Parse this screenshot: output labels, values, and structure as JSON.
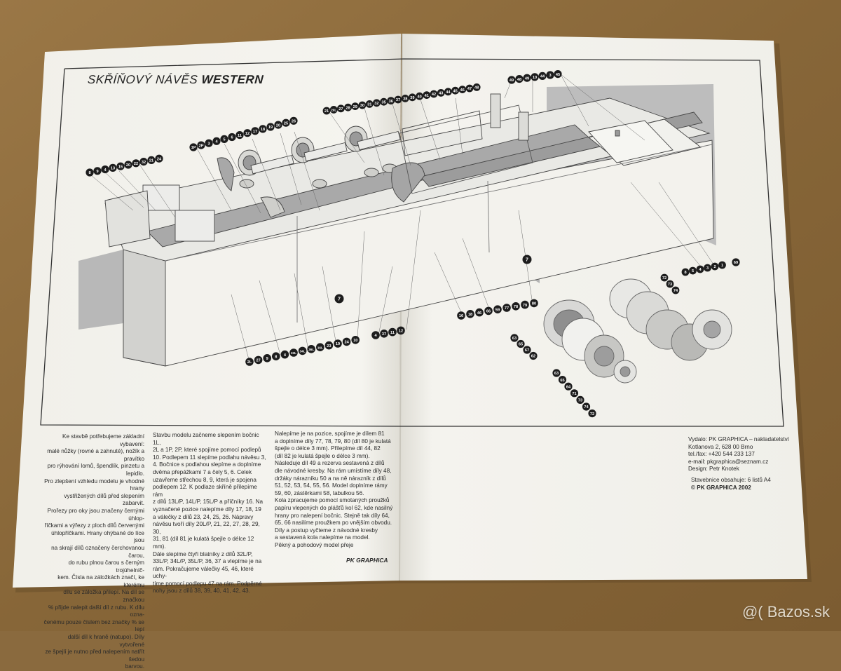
{
  "colors": {
    "table": "#8a6a3e",
    "paper": "#f4f3ee",
    "paper_shadow": "#dcdad2",
    "grey_fill": "#b9b9b9",
    "dark_grey": "#8d8d8d",
    "line": "#333333",
    "badge": "#1d1d1d"
  },
  "title": {
    "prefix": "SKŘÍŇOVÝ NÁVĚS",
    "emphasis": "WESTERN"
  },
  "callouts": {
    "row_left": [
      "8",
      "9",
      "4",
      "13",
      "15",
      "20",
      "22",
      "32",
      "21",
      "24"
    ],
    "row_upper_left": [
      "1P",
      "2P",
      "3",
      "4",
      "5",
      "6",
      "11",
      "12",
      "17",
      "18",
      "19",
      "20",
      "25",
      "26"
    ],
    "row_upper_mid": [
      "21",
      "20L",
      "27",
      "28",
      "29",
      "30",
      "31",
      "32",
      "35",
      "36",
      "37",
      "38",
      "39",
      "40",
      "41",
      "42",
      "43",
      "44",
      "45",
      "46",
      "47",
      "48"
    ],
    "row_top_right": [
      "49",
      "48",
      "49",
      "10",
      "44",
      "3",
      "45"
    ],
    "row_bottom_left": [
      "2L",
      "27",
      "9",
      "8",
      "4",
      "33L",
      "34L",
      "36L",
      "16L",
      "23",
      "19",
      "24",
      "10"
    ],
    "row_bottom_mid": [
      "4",
      "37",
      "11",
      "12"
    ],
    "row_bottom_right": [
      "16",
      "18",
      "46",
      "66",
      "59",
      "77",
      "78",
      "79",
      "80"
    ],
    "frame_marker": [
      "7",
      "7"
    ],
    "wheel_right_top": [
      "8",
      "5",
      "4",
      "3",
      "2",
      "1"
    ],
    "wheel_right": [
      "72",
      "73",
      "74"
    ],
    "wheel_left": [
      "63",
      "65",
      "67",
      "62"
    ],
    "wheel_bottom": [
      "63",
      "65",
      "64",
      "71",
      "73",
      "74",
      "72"
    ],
    "far_right": [
      "69"
    ]
  },
  "text_left": "Ke stavbě potřebujeme základní vybavení:\nmalé nůžky (rovné a zahnuté), nožík a pravítko\npro rýhování lomů, špendlík, pinzetu a lepidlo.\nPro zlepšení vzhledu modelu je vhodné hrany\nvystřižených dílů před slepením zabarvit.\nProřezy pro oky jsou značeny černými úhlop-\nříčkami a výřezy z ploch dílů červenými\núhlopříčkami. Hrany ohýbané do líce jsou\nna skrají dílů označeny čerchovanou čarou,\ndo rubu plnou čarou s černým trojúhelníč-\nkem. Čísla na záložkách značí, ke kterému\ndílu se záložka přilepí. Na díl se značkou\n% přijde nalepit další díl z rubu. K dílu ozna-\nčenému pouze číslem bez značky % se lepí\ndalší díl k hraně (natupo). Díly vytvořené\nze špejlí je nutno před nalepením natřít šedou\nbarvou.",
  "text_mid": "Stavbu modelu začneme slepením bočnic 1L,\n2L a 1P, 2P, které spojíme pomocí podlepů\n10. Podlepem 11 slepíme podlahu návěsu 3,\n4. Bočnice s podlahou slepíme a doplníme\ndvěma přepážkami 7 a čely 5, 6. Celek\nuzavřeme střechou 8, 9, která je spojena\npodlepem 12. K podlaze skříně přilepíme rám\nz dílů 13L/P, 14L/P, 15L/P a příčníky 16. Na\nvyznačené pozice nalepíme díly 17, 18, 19\na válečky z dílů 23, 24, 25, 26. Nápravy\nnávěsu tvoří díly 20L/P, 21, 22, 27, 28, 29, 30,\n31, 81 (díl 81 je kulatá špejle o délce 12 mm).\nDále slepíme čtyři blatníky z dílů 32L/P,\n33L/P, 34L/P, 35L/P, 36, 37 a vlepíme je na\nrám. Pokračujeme válečky 45, 46, které uchy-\ntíme pomocí podlepu 47 na rám. Podpěrné\nnohy jsou z dílů 38, 39, 40, 41, 42, 43.",
  "text_mid2": "Nalepíme je na pozice, spojíme je dílem 81\na doplníme díly 77, 78, 79, 80 (díl 80 je kulatá\nšpejle o délce 3 mm). Přilepíme díl 44, 82\n(díl 82 je kulatá špejle o délce 3 mm).\nNásleduje díl 49 a rezerva sestavená z dílů\ndle návodné kresby. Na rám umístíme díly 48,\ndržáky nárazníku 50 a na ně nárazník z dílů\n51, 52, 53, 54, 55, 56. Model doplníme rámy\n59, 60, zástěrkami 58, tabulkou 56.\nKola zpracujeme pomocí smotaných proužků\npapíru vlepených do plášťů kol 62, kde nasilný\nhrany pro nalepení bočnic. Stejně tak díly 64,\n65, 66 nasilíme proužkem po vnějším obvodu.\nDíly a postup vyčteme z návodné kresby\na sestavená kola nalepíme na model.\nPěkný a pohodový model přeje",
  "signature": "PK GRAPHICA",
  "text_right_1": "Vydalo: PK GRAPHICA – nakladatelství\n            Kotlanova 2, 628 00 Brno\n            tel./fax: +420 544 233 137\n            e-mail: pkgraphica@seznam.cz\nDesign: Petr Knotek",
  "text_right_2": "Stavebnice obsahuje: 6 listů A4",
  "copyright": "© PK GRAPHICA 2002",
  "watermark": "@( Bazos.sk"
}
